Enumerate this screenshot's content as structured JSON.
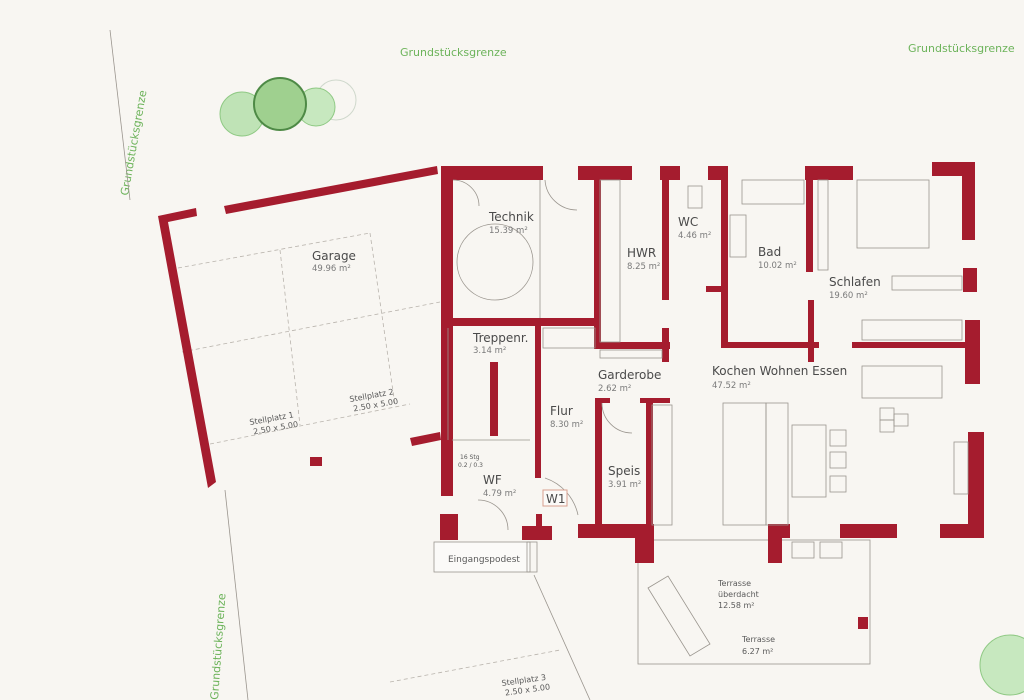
{
  "colors": {
    "wall": "#a51c2e",
    "boundary_text": "#6cb35a",
    "paper": "#f8f6f2"
  },
  "boundary_labels": [
    "Grundstücksgrenze",
    "Grundstücksgrenze",
    "Grundstücksgrenze",
    "Grundstücksgrenze"
  ],
  "rooms": {
    "garage": {
      "name": "Garage",
      "area": "49.96 m²"
    },
    "technik": {
      "name": "Technik",
      "area": "15.39 m²"
    },
    "hwr": {
      "name": "HWR",
      "area": "8.25 m²"
    },
    "wc": {
      "name": "WC",
      "area": "4.46 m²"
    },
    "bad": {
      "name": "Bad",
      "area": "10.02 m²"
    },
    "schlafen": {
      "name": "Schlafen",
      "area": "19.60 m²"
    },
    "treppenr": {
      "name": "Treppenr.",
      "area": "3.14 m²"
    },
    "garderobe": {
      "name": "Garderobe",
      "area": "2.62 m²"
    },
    "kochen": {
      "name": "Kochen Wohnen Essen",
      "area": "47.52 m²"
    },
    "flur": {
      "name": "Flur",
      "area": "8.30 m²"
    },
    "speis": {
      "name": "Speis",
      "area": "3.91 m²"
    },
    "wf": {
      "name": "WF",
      "area": "4.79 m²"
    },
    "terrasse_ueberdacht": {
      "name": "Terrasse",
      "name2": "überdacht",
      "area": "12.58 m²"
    },
    "terrasse": {
      "name": "Terrasse",
      "area": "6.27 m²"
    }
  },
  "parking": [
    {
      "name": "Stellplatz 1",
      "size": "2.50 x 5.00"
    },
    {
      "name": "Stellplatz 2",
      "size": "2.50 x 5.00"
    },
    {
      "name": "Stellplatz 3",
      "size": "2.50 x 5.00"
    }
  ],
  "stairs": {
    "steps": "16 Stg",
    "ratio": "0.2 / 0.3"
  },
  "window_tag": "W1",
  "entrance": "Eingangspodest"
}
